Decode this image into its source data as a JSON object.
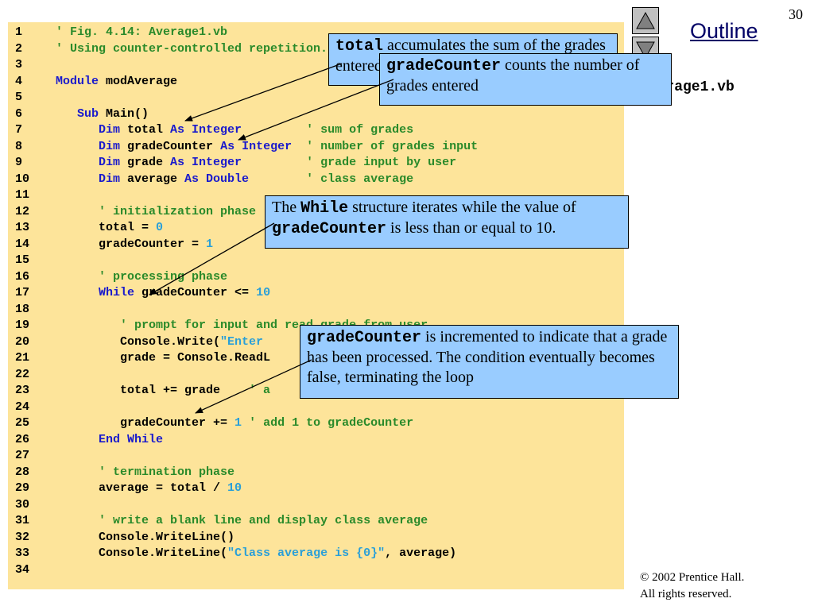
{
  "slide_number": "30",
  "outline_title": "Outline",
  "file_label": "Average1.vb",
  "footer": {
    "line1": "© 2002 Prentice Hall.",
    "line2": "All rights reserved."
  },
  "nav": {
    "up_icon": "triangle-up-icon",
    "down_icon": "triangle-down-icon"
  },
  "colors": {
    "code_bg": "#fde49a",
    "callout_bg": "#99ccff",
    "comment": "#2a8a2a",
    "keyword": "#1a1acc",
    "literal": "#2a9fd8"
  },
  "code_lines": [
    {
      "n": "1",
      "tokens": [
        {
          "t": "comment",
          "v": "' Fig. 4.14: Average1.vb"
        }
      ]
    },
    {
      "n": "2",
      "tokens": [
        {
          "t": "comment",
          "v": "' Using counter-controlled repetition."
        }
      ]
    },
    {
      "n": "3",
      "tokens": []
    },
    {
      "n": "4",
      "tokens": [
        {
          "t": "keyword",
          "v": "Module"
        },
        {
          "t": "plain",
          "v": " modAverage"
        }
      ]
    },
    {
      "n": "5",
      "tokens": []
    },
    {
      "n": "6",
      "tokens": [
        {
          "t": "plain",
          "v": "   "
        },
        {
          "t": "keyword",
          "v": "Sub"
        },
        {
          "t": "plain",
          "v": " Main()"
        }
      ]
    },
    {
      "n": "7",
      "tokens": [
        {
          "t": "plain",
          "v": "      "
        },
        {
          "t": "keyword",
          "v": "Dim"
        },
        {
          "t": "plain",
          "v": " total "
        },
        {
          "t": "keyword",
          "v": "As Integer"
        },
        {
          "t": "plain",
          "v": "         "
        },
        {
          "t": "comment",
          "v": "' sum of grades"
        }
      ]
    },
    {
      "n": "8",
      "tokens": [
        {
          "t": "plain",
          "v": "      "
        },
        {
          "t": "keyword",
          "v": "Dim"
        },
        {
          "t": "plain",
          "v": " gradeCounter "
        },
        {
          "t": "keyword",
          "v": "As Integer"
        },
        {
          "t": "plain",
          "v": "  "
        },
        {
          "t": "comment",
          "v": "' number of grades input"
        }
      ]
    },
    {
      "n": "9",
      "tokens": [
        {
          "t": "plain",
          "v": "      "
        },
        {
          "t": "keyword",
          "v": "Dim"
        },
        {
          "t": "plain",
          "v": " grade "
        },
        {
          "t": "keyword",
          "v": "As Integer"
        },
        {
          "t": "plain",
          "v": "         "
        },
        {
          "t": "comment",
          "v": "' grade input by user"
        }
      ]
    },
    {
      "n": "10",
      "tokens": [
        {
          "t": "plain",
          "v": "      "
        },
        {
          "t": "keyword",
          "v": "Dim"
        },
        {
          "t": "plain",
          "v": " average "
        },
        {
          "t": "keyword",
          "v": "As Double"
        },
        {
          "t": "plain",
          "v": "        "
        },
        {
          "t": "comment",
          "v": "' class average"
        }
      ]
    },
    {
      "n": "11",
      "tokens": []
    },
    {
      "n": "12",
      "tokens": [
        {
          "t": "plain",
          "v": "      "
        },
        {
          "t": "comment",
          "v": "' initialization phase"
        }
      ]
    },
    {
      "n": "13",
      "tokens": [
        {
          "t": "plain",
          "v": "      total = "
        },
        {
          "t": "number",
          "v": "0"
        }
      ]
    },
    {
      "n": "14",
      "tokens": [
        {
          "t": "plain",
          "v": "      gradeCounter = "
        },
        {
          "t": "number",
          "v": "1"
        }
      ]
    },
    {
      "n": "15",
      "tokens": []
    },
    {
      "n": "16",
      "tokens": [
        {
          "t": "plain",
          "v": "      "
        },
        {
          "t": "comment",
          "v": "' processing phase"
        }
      ]
    },
    {
      "n": "17",
      "tokens": [
        {
          "t": "plain",
          "v": "      "
        },
        {
          "t": "keyword",
          "v": "While"
        },
        {
          "t": "plain",
          "v": " gradeCounter <= "
        },
        {
          "t": "number",
          "v": "10"
        }
      ]
    },
    {
      "n": "18",
      "tokens": []
    },
    {
      "n": "19",
      "tokens": [
        {
          "t": "plain",
          "v": "         "
        },
        {
          "t": "comment",
          "v": "' prompt for input and read grade from user"
        }
      ]
    },
    {
      "n": "20",
      "tokens": [
        {
          "t": "plain",
          "v": "         Console.Write("
        },
        {
          "t": "string",
          "v": "\"Enter"
        }
      ]
    },
    {
      "n": "21",
      "tokens": [
        {
          "t": "plain",
          "v": "         grade = Console.ReadL"
        }
      ]
    },
    {
      "n": "22",
      "tokens": []
    },
    {
      "n": "23",
      "tokens": [
        {
          "t": "plain",
          "v": "         total += grade    "
        },
        {
          "t": "comment",
          "v": "' a"
        }
      ]
    },
    {
      "n": "24",
      "tokens": []
    },
    {
      "n": "25",
      "tokens": [
        {
          "t": "plain",
          "v": "         gradeCounter += "
        },
        {
          "t": "number",
          "v": "1"
        },
        {
          "t": "plain",
          "v": " "
        },
        {
          "t": "comment",
          "v": "' add 1 to gradeCounter"
        }
      ]
    },
    {
      "n": "26",
      "tokens": [
        {
          "t": "plain",
          "v": "      "
        },
        {
          "t": "keyword",
          "v": "End While"
        }
      ]
    },
    {
      "n": "27",
      "tokens": []
    },
    {
      "n": "28",
      "tokens": [
        {
          "t": "plain",
          "v": "      "
        },
        {
          "t": "comment",
          "v": "' termination phase"
        }
      ]
    },
    {
      "n": "29",
      "tokens": [
        {
          "t": "plain",
          "v": "      average = total / "
        },
        {
          "t": "number",
          "v": "10"
        }
      ]
    },
    {
      "n": "30",
      "tokens": []
    },
    {
      "n": "31",
      "tokens": [
        {
          "t": "plain",
          "v": "      "
        },
        {
          "t": "comment",
          "v": "' write a blank line and display class average"
        }
      ]
    },
    {
      "n": "32",
      "tokens": [
        {
          "t": "plain",
          "v": "      Console.WriteLine()"
        }
      ]
    },
    {
      "n": "33",
      "tokens": [
        {
          "t": "plain",
          "v": "      Console.WriteLine("
        },
        {
          "t": "string",
          "v": "\"Class average is {0}\""
        },
        {
          "t": "plain",
          "v": ", average)"
        }
      ]
    },
    {
      "n": "34",
      "tokens": []
    }
  ],
  "callouts": {
    "total": {
      "code": "total",
      "text": " accumulates the sum of the grades entered"
    },
    "grade_counter": {
      "code": "gradeCounter",
      "text": " counts the number of grades entered"
    },
    "while": {
      "pre": "The ",
      "code1": "While",
      "mid": " structure iterates while the value of ",
      "code2": "gradeCounter",
      "post": " is less than or equal to 10."
    },
    "increment": {
      "code": "gradeCounter",
      "text": " is incremented to indicate that a grade has been processed. The condition eventually becomes false, terminating the loop"
    }
  }
}
